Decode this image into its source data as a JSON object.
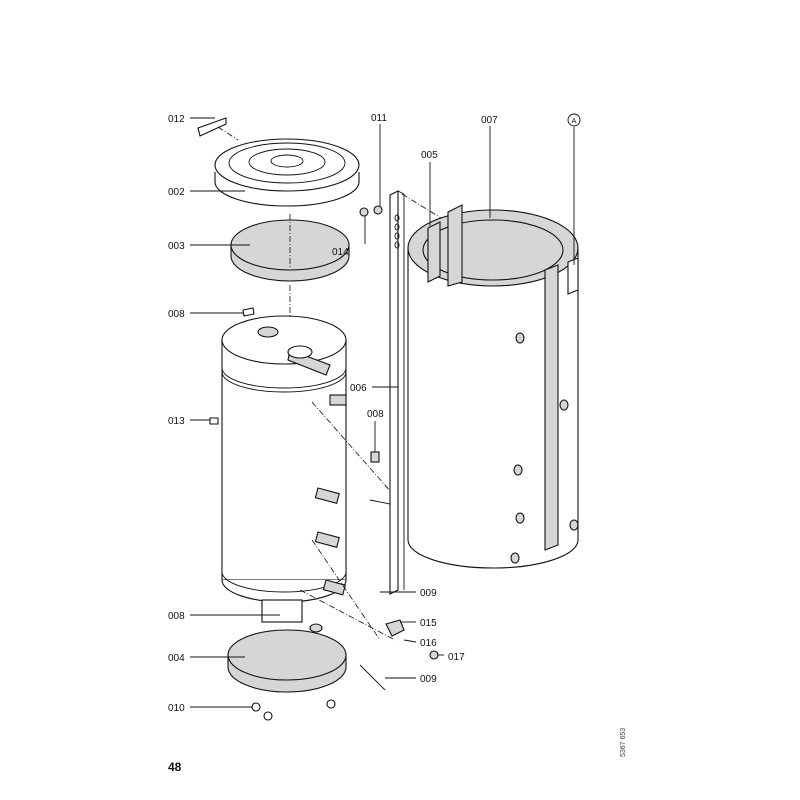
{
  "page_number": "48",
  "drawing_code": "5367 653",
  "detail_marker": "A",
  "callouts": {
    "c012": "012",
    "c002": "002",
    "c003": "003",
    "c008a": "008",
    "c013": "013",
    "c008c": "008",
    "c004": "004",
    "c010": "010",
    "c011": "011",
    "c014": "014",
    "c005": "005",
    "c007": "007",
    "c006": "006",
    "c008b": "008",
    "c009a": "009",
    "c015": "015",
    "c016": "016",
    "c017": "017",
    "c009b": "009"
  }
}
